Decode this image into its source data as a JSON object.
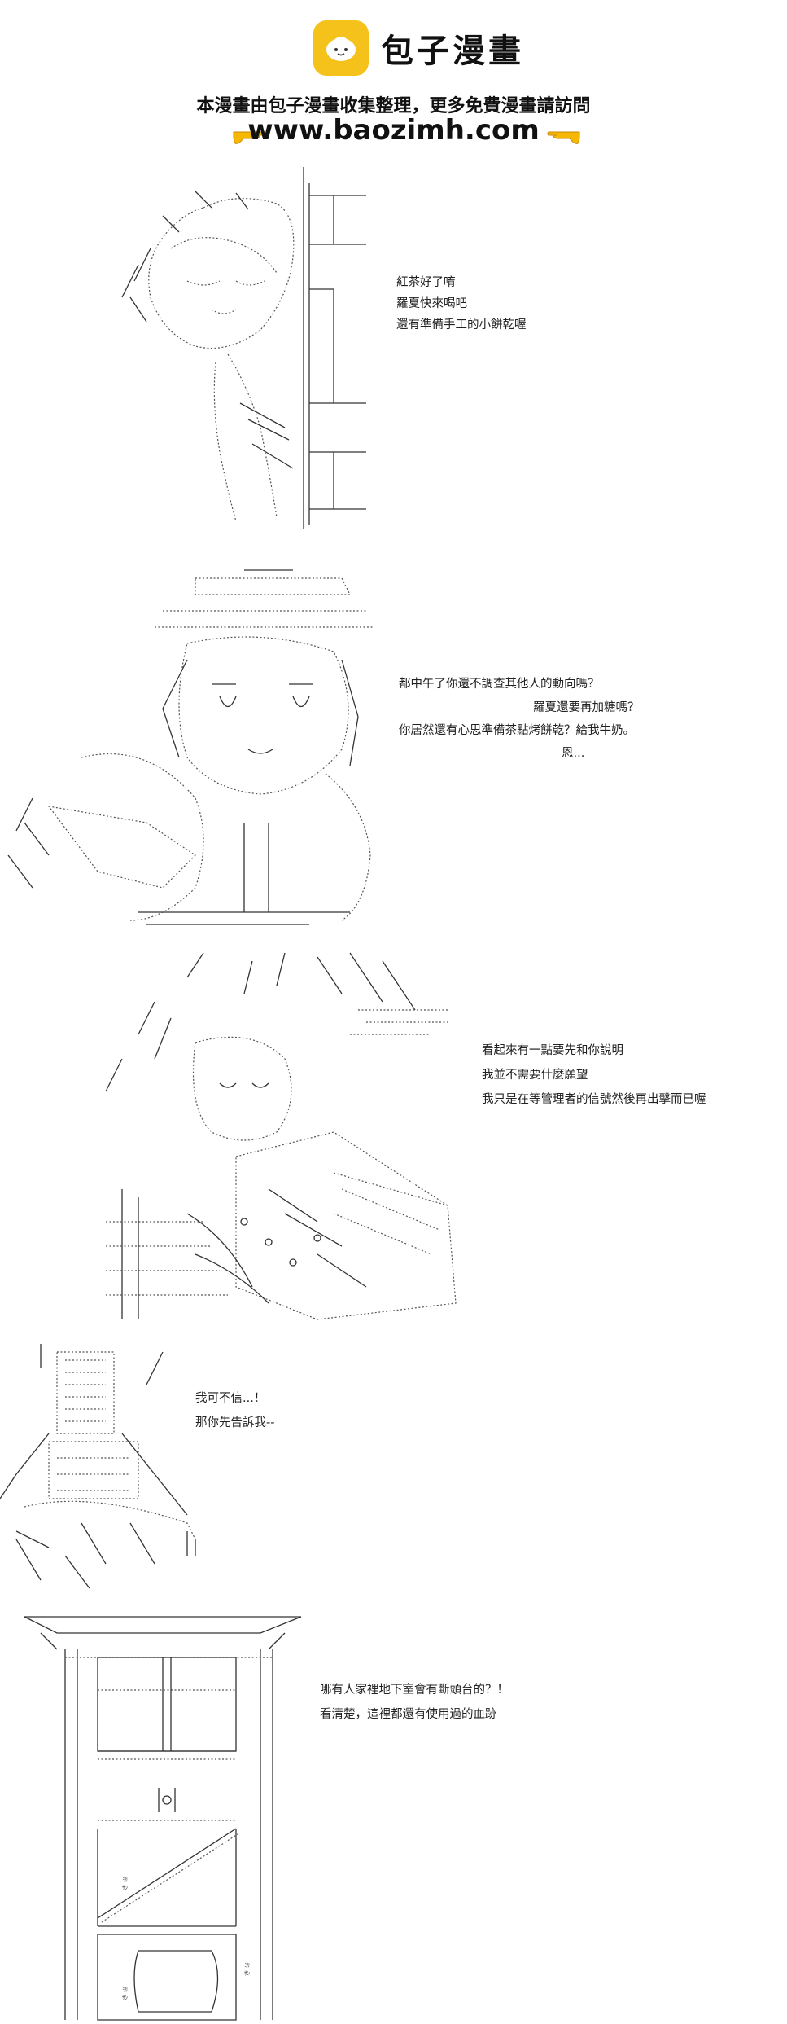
{
  "header": {
    "logo_text": "包子漫畫",
    "subtitle": "本漫畫由包子漫畫收集整理，更多免費漫畫請訪問",
    "url": "www.baozimh.com"
  },
  "panels": [
    {
      "lines": [
        "紅茶好了唷",
        "羅夏快來喝吧",
        "還有準備手工的小餅乾喔"
      ]
    },
    {
      "lines": [
        "都中午了你還不調查其他人的動向嗎？",
        "羅夏還要再加糖嗎？",
        "你居然還有心思準備茶點烤餅乾？給我牛奶。",
        "恩..."
      ]
    },
    {
      "lines": [
        "看起來有一點要先和你說明",
        "我並不需要什麼願望",
        "我只是在等管理者的信號然後再出擊而已喔"
      ]
    },
    {
      "lines": [
        "我可不信...！",
        "那你先告訴我--"
      ]
    },
    {
      "lines": [
        "哪有人家裡地下室會有斷頭台的？！",
        "看清楚，這裡都還有使用過的血跡"
      ]
    }
  ],
  "colors": {
    "logo_yellow": "#f5c21b",
    "text": "#222222",
    "background": "#ffffff"
  }
}
